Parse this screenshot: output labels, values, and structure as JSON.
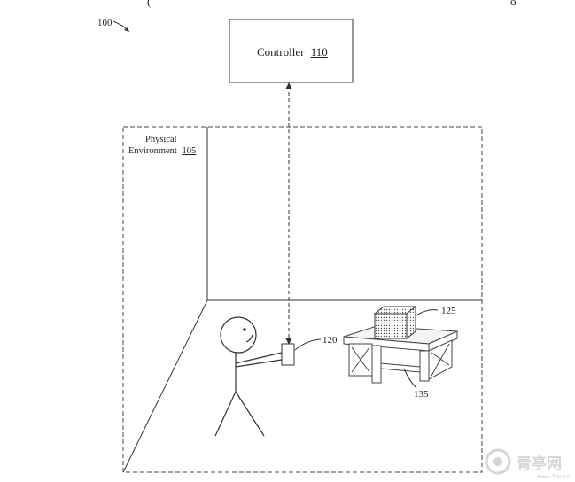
{
  "top_fragment": "(",
  "top_fragment_right": "o",
  "figure_ref": "100",
  "controller": {
    "label": "Controller",
    "ref": "110"
  },
  "environment": {
    "label_line1": "Physical",
    "label_line2": "Environment",
    "ref": "105"
  },
  "labels": {
    "device": "120",
    "object": "125",
    "table": "135"
  },
  "watermark": {
    "text": "青亭网",
    "url": "www.7tin.cn"
  }
}
